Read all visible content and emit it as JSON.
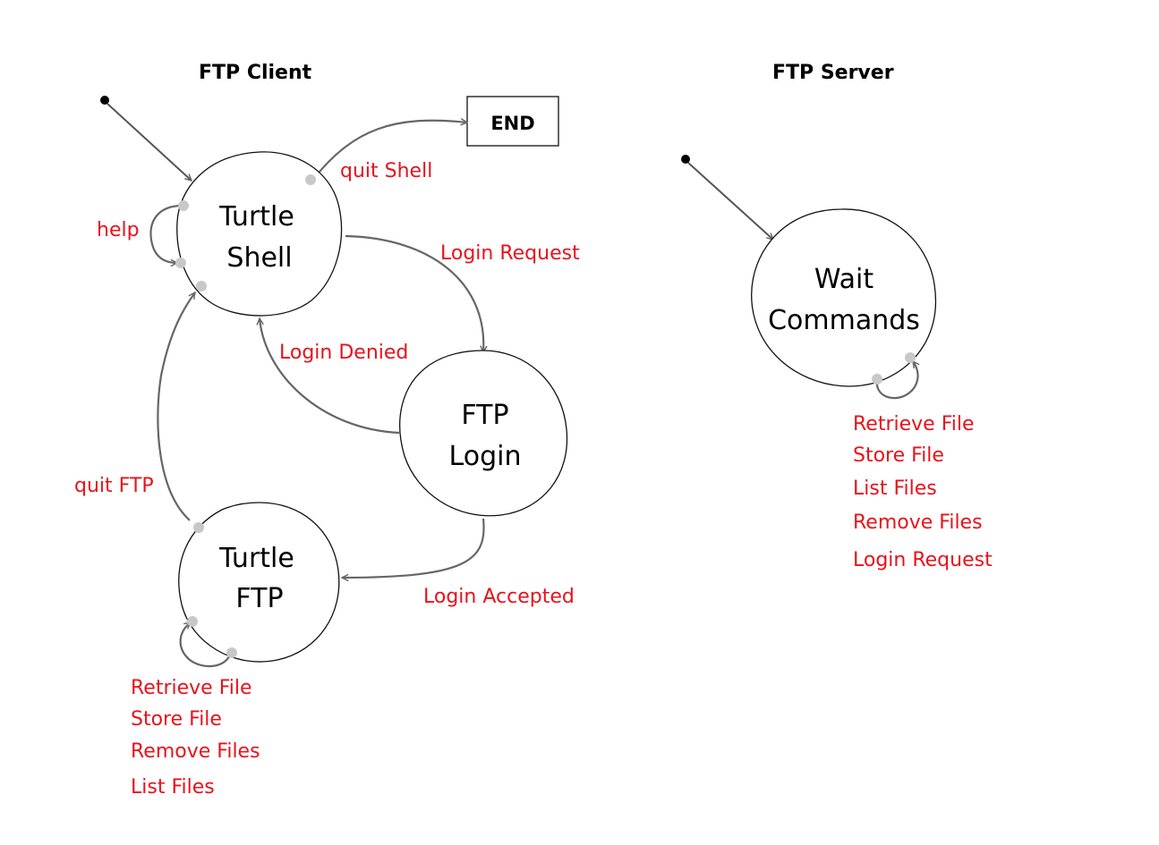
{
  "client": {
    "title": "FTP Client",
    "end_label": "END",
    "states": {
      "shell": [
        "Turtle",
        "Shell"
      ],
      "login": [
        "FTP",
        "Login"
      ],
      "ftp": [
        "Turtle",
        "FTP"
      ]
    },
    "transitions": {
      "quit_shell": "quit Shell",
      "help": "help",
      "login_request": "Login Request",
      "login_denied": "Login Denied",
      "login_accepted": "Login Accepted",
      "quit_ftp": "quit FTP"
    },
    "ftp_self_loop": [
      "Retrieve File",
      "Store File",
      "Remove Files",
      "List Files"
    ]
  },
  "server": {
    "title": "FTP Server",
    "state": [
      "Wait",
      "Commands"
    ],
    "self_loop": [
      "Retrieve File",
      "Store File",
      "List Files",
      "Remove Files",
      "Login Request"
    ]
  },
  "colors": {
    "transition_label": "#e8121b",
    "arrow": "#666666",
    "port_dot": "#c8c8c8"
  }
}
